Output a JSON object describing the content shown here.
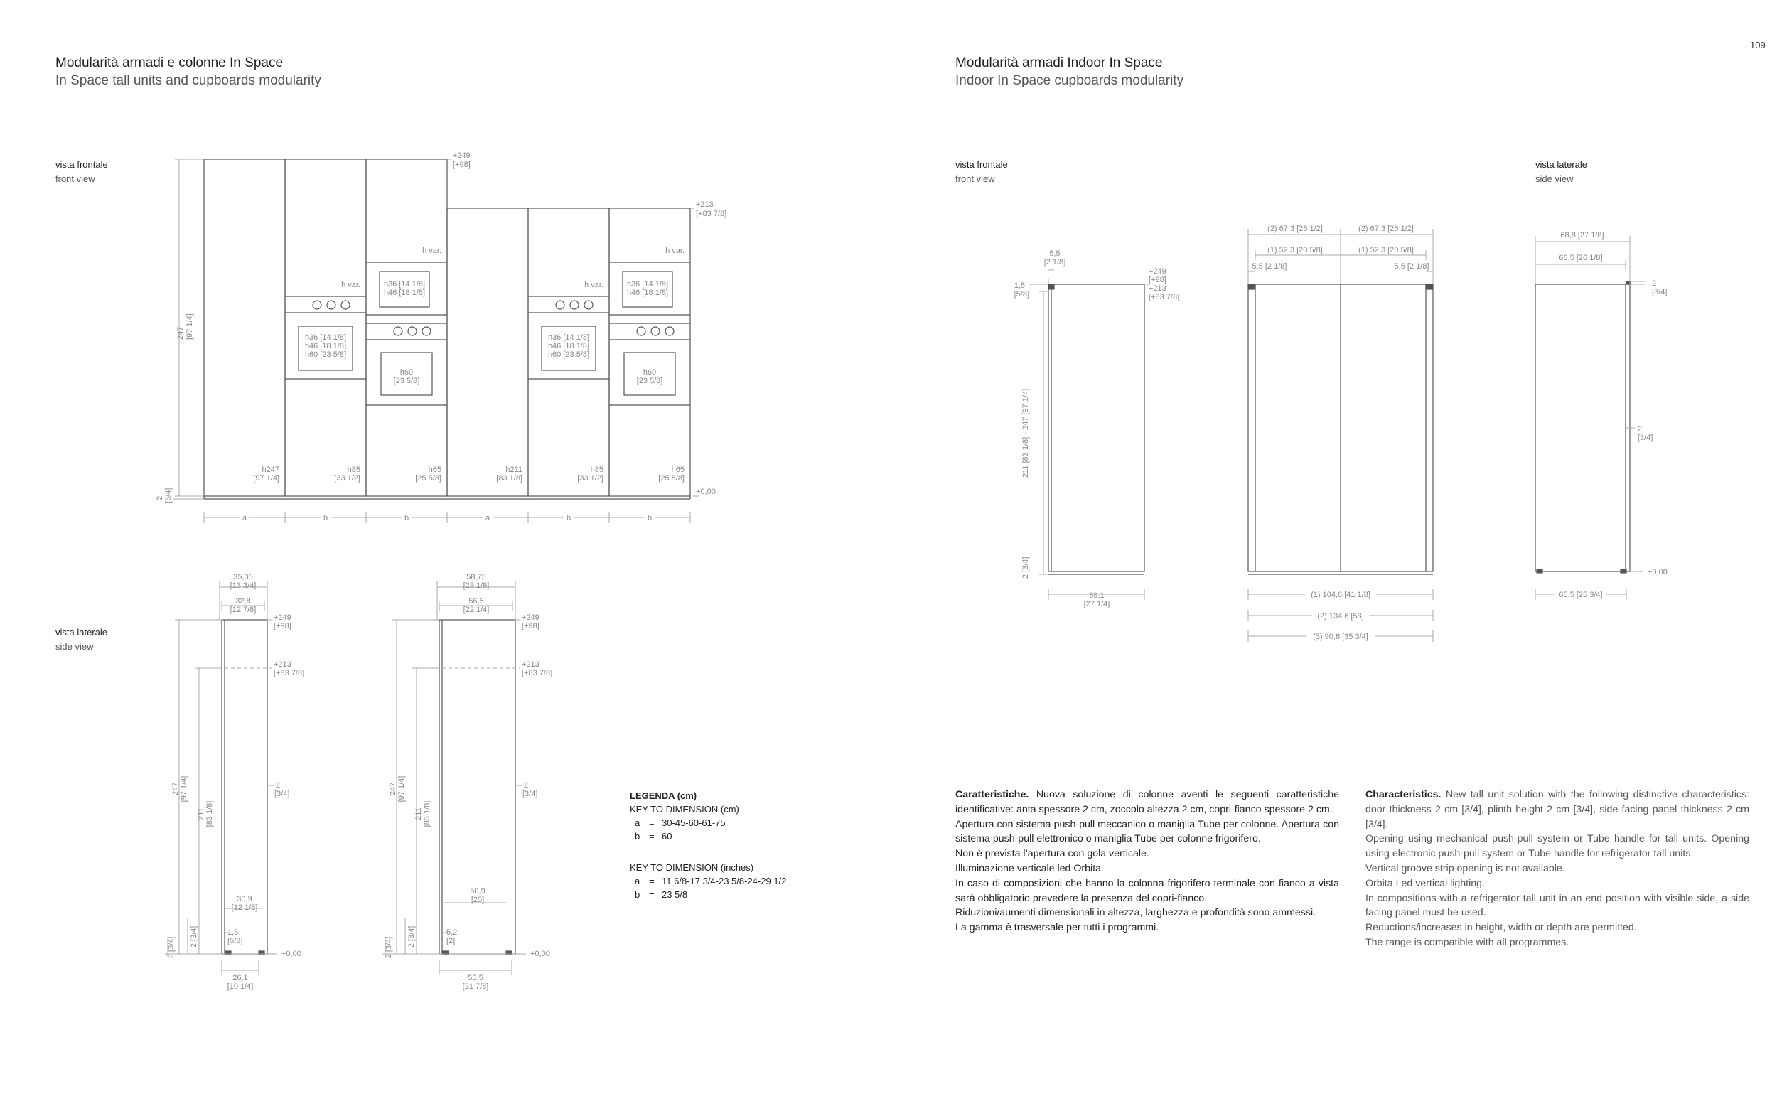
{
  "page": {
    "number": "109"
  },
  "left_section": {
    "title_it": "Modularità armadi e colonne In Space",
    "title_en": "In Space tall units and cupboards modularity",
    "front_view": {
      "label_it": "vista frontale",
      "label_en": "front view"
    },
    "side_view": {
      "label_it": "vista laterale",
      "label_en": "side view"
    }
  },
  "right_section": {
    "title_it": "Modularità armadi Indoor In Space",
    "title_en": "Indoor In Space cupboards modularity",
    "front_view": {
      "label_it": "vista frontale",
      "label_en": "front view"
    },
    "side_view": {
      "label_it": "vista laterale",
      "label_en": "side view"
    }
  },
  "legend": {
    "title": "LEGENDA (cm)",
    "cm_heading": "KEY TO DIMENSION (cm)",
    "cm_rows": [
      {
        "key": "a",
        "value": "30-45-60-61-75"
      },
      {
        "key": "b",
        "value": "60"
      }
    ],
    "in_heading": "KEY TO DIMENSION (inches)",
    "in_rows": [
      {
        "key": "a",
        "value": "11 6/8-17 3/4-23 5/8-24-29 1/2"
      },
      {
        "key": "b",
        "value": "23 5/8"
      }
    ]
  },
  "characteristics_it": {
    "lead": "Caratteristiche.",
    "intro": " Nuova soluzione di colonne aventi le seguenti caratteristiche identificative: anta spessore 2 cm, zoccolo altezza 2 cm, copri-fianco spessore 2 cm.",
    "lines": [
      "Apertura con sistema push-pull meccanico o maniglia Tube per colonne. Apertura con sistema push-pull elettronico o maniglia Tube per colonne frigorifero.",
      "Non è prevista l’apertura con gola verticale.",
      "Illuminazione verticale led Orbita.",
      "In caso di composizioni che hanno la colonna frigorifero terminale con fianco a vista sarà obbligatorio prevedere la presenza del copri-fianco.",
      "Riduzioni/aumenti dimensionali in altezza, larghezza e profondità sono ammessi.",
      "La gamma è trasversale per tutti i programmi."
    ]
  },
  "characteristics_en": {
    "lead": "Characteristics.",
    "intro": " New tall unit solution with the following distinctive characteristics: door thickness 2 cm [3/4], plinth height 2 cm [3/4], side facing panel thickness 2 cm [3/4].",
    "lines": [
      "Opening using mechanical push-pull system or Tube handle for tall units. Opening using electronic push-pull system or Tube handle for refrigerator tall units.",
      "Vertical groove strip opening is not available.",
      "Orbita Led vertical lighting.",
      "In compositions with a refrigerator tall unit in an end position with visible side, a side facing panel must be used.",
      "Reductions/increases in height, width or depth are permitted.",
      "The range is compatible with all programmes."
    ]
  },
  "drawing_labels": {
    "lf": {
      "top249": [
        "+249",
        "[+98]"
      ],
      "top213": [
        "+213",
        "[+83 7/8]"
      ],
      "zero": "+0,00",
      "h247": [
        "247",
        "[97 1/4]"
      ],
      "plinth": [
        "2",
        "[3/4]"
      ],
      "hvar": "h var.",
      "box_three": [
        "h36 [14 1/8]",
        "h46 [18 1/8]",
        "h60 [23 5/8]"
      ],
      "box_two": [
        "h36 [14 1/8]",
        "h46 [18 1/8]"
      ],
      "box_one": [
        "h60",
        "[23 5/8]"
      ],
      "bottoms": [
        [
          "h247",
          "[97 1/4]"
        ],
        [
          "h85",
          "[33 1/2]"
        ],
        [
          "h65",
          "[25 5/8]"
        ],
        [
          "h211",
          "[83 1/8]"
        ],
        [
          "h85",
          "[33 1/2]"
        ],
        [
          "h65",
          "[25 5/8]"
        ]
      ],
      "widths": [
        "a",
        "b",
        "b",
        "a",
        "b",
        "b"
      ]
    },
    "ls1": {
      "w1": [
        "35,05",
        "[13 3/4]"
      ],
      "w2": [
        "32,8",
        "[12 7/8]"
      ],
      "top249": [
        "+249",
        "[+98]"
      ],
      "top213": [
        "+213",
        "[+83 7/8]"
      ],
      "gap": [
        "2",
        "[3/4]"
      ],
      "h247": [
        "247",
        "[97 1/4]"
      ],
      "h211": [
        "211",
        "[83 1/8]"
      ],
      "p1": [
        "2 [3/4]"
      ],
      "p2": [
        "2 [3/4]"
      ],
      "d1": [
        "30,9",
        "[12 1/8]"
      ],
      "d2": [
        "1,5",
        "[5/8]"
      ],
      "zero": "+0,00",
      "bottom": [
        "26,1",
        "[10 1/4]"
      ]
    },
    "ls2": {
      "w1": [
        "58,75",
        "[23 1/8]"
      ],
      "w2": [
        "56,5",
        "[22 1/4]"
      ],
      "top249": [
        "+249",
        "[+98]"
      ],
      "top213": [
        "+213",
        "[+83 7/8]"
      ],
      "gap": [
        "2",
        "[3/4]"
      ],
      "h247": [
        "247",
        "[97 1/4]"
      ],
      "h211": [
        "211",
        "[83 1/8]"
      ],
      "p1": [
        "2 [3/4]"
      ],
      "p2": [
        "2 [3/4]"
      ],
      "d1": [
        "50,9",
        "[20]"
      ],
      "d2": [
        "5,2",
        "[2]"
      ],
      "zero": "+0,00",
      "bottom": [
        "55,5",
        "[21 7/8]"
      ]
    },
    "rf1": {
      "top": [
        "5,5",
        "[2 1/8]"
      ],
      "side": [
        "1,5",
        "[5/8]"
      ],
      "tops": [
        "+249",
        "[+98]",
        "+213",
        "[+83 7/8]"
      ],
      "vert": "211 [83 1/8] - 247 [97 1/4]",
      "plinth": "2 [3/4]",
      "bottom": [
        "69,1",
        "[27 1/4]"
      ]
    },
    "rf2": {
      "t1": "(2) 67,3 [26 1/2]",
      "t2": "(2) 67,3 [26 1/2]",
      "t3": "(1) 52,3 [20 5/8]",
      "t4": "(1) 52,3 [20 5/8]",
      "t5": "5,5 [2 1/8]",
      "t6": "5,5 [2 1/8]",
      "b1": "(1) 104,6 [41 1/8]",
      "b2": "(2) 134,6 [53]",
      "b3": "(3) 90,8 [35 3/4]"
    },
    "rs": {
      "t1": "68,8 [27 1/8]",
      "t2": "66,5 [26 1/8]",
      "r1": [
        "2",
        "[3/4]"
      ],
      "r2": [
        "2",
        "[3/4]"
      ],
      "zero": "+0,00",
      "bottom": "65,5 [25 3/4]"
    }
  }
}
